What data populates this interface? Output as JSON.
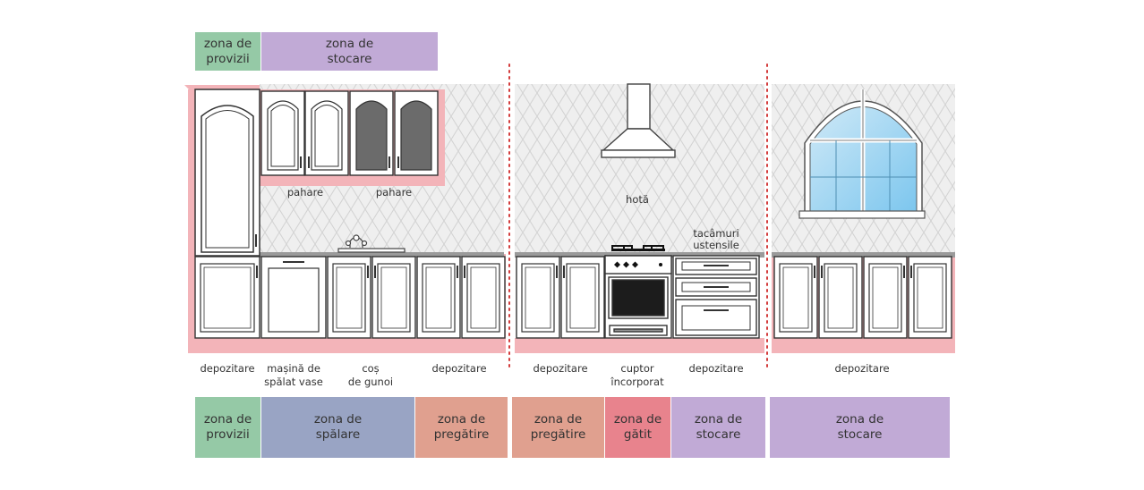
{
  "colors": {
    "provizii": "#95c9a6",
    "spalare": "#99a4c4",
    "pregatire": "#e0a08f",
    "gatit": "#e8838d",
    "stocare": "#c1aad6",
    "wall_trim": "#f3b4b9",
    "countertop": "#9a9a9a",
    "divider": "#d33b3b"
  },
  "top_zones": [
    {
      "text": "zona de\nprovizii",
      "color_key": "provizii"
    },
    {
      "text": "zona de\nstocare",
      "color_key": "stocare"
    }
  ],
  "item_labels": {
    "pahare_1": "pahare",
    "pahare_2": "pahare",
    "hota": "hotă",
    "tacamuri": "tacâmuri\nustensile"
  },
  "appliance_labels": [
    "depozitare",
    "mașină de\nspălat vase",
    "coș\nde gunoi",
    "depozitare",
    "depozitare",
    "cuptor\nîncorporat",
    "depozitare",
    "depozitare"
  ],
  "bottom_zones": [
    {
      "text": "zona de\nprovizii",
      "color_key": "provizii"
    },
    {
      "text": "zona de\nspălare",
      "color_key": "spalare"
    },
    {
      "text": "zona de\npregătire",
      "color_key": "pregatire"
    },
    {
      "text": "zona de\npregătire",
      "color_key": "pregatire"
    },
    {
      "text": "zona de\ngătit",
      "color_key": "gatit"
    },
    {
      "text": "zona de\nstocare",
      "color_key": "stocare"
    },
    {
      "text": "zona de\nstocare",
      "color_key": "stocare"
    }
  ]
}
